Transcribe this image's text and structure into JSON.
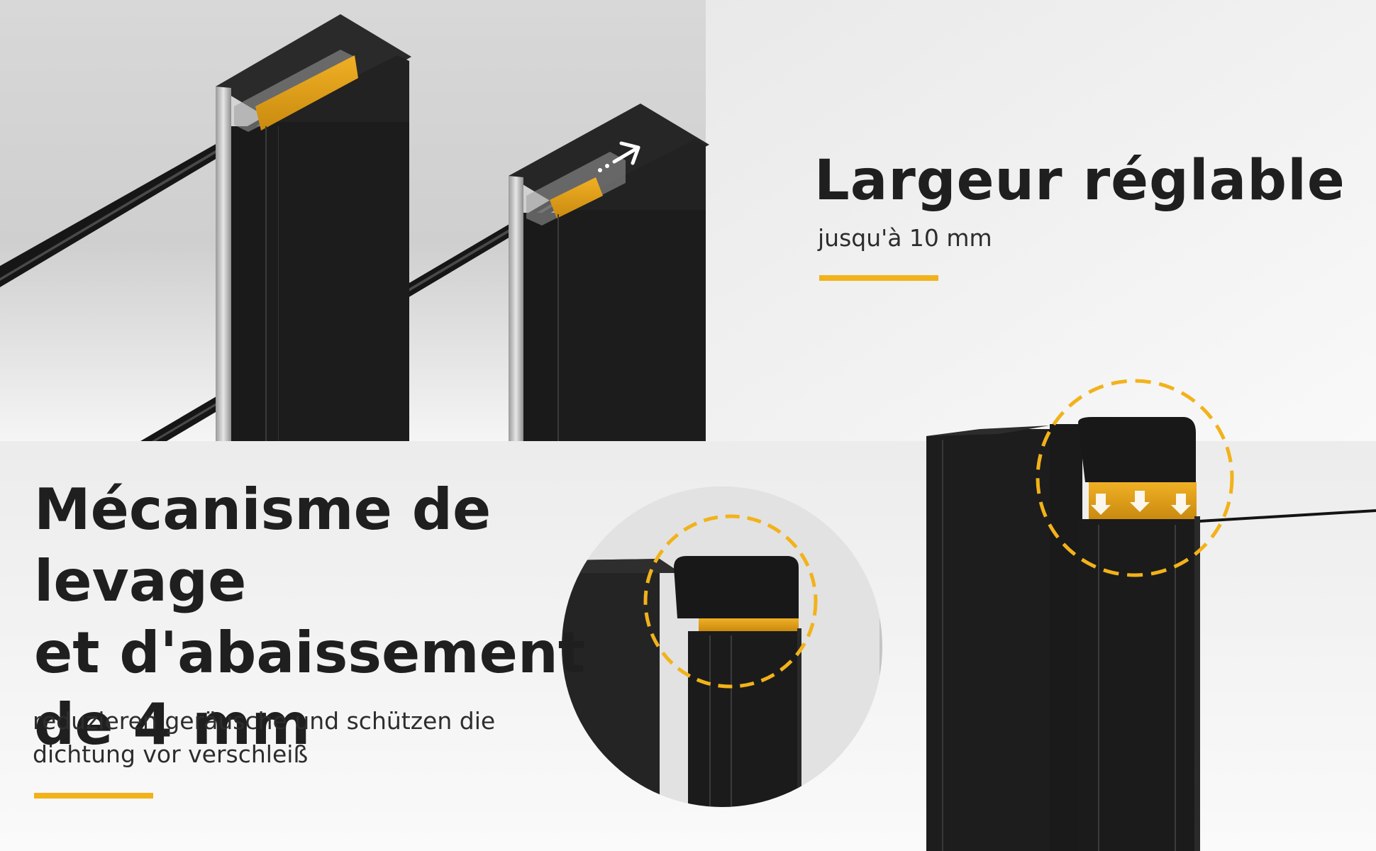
{
  "section_top": {
    "title": "Largeur réglable",
    "subtitle": "jusqu'à 10 mm"
  },
  "section_bottom": {
    "title_lines": [
      "Mécanisme de levage",
      "et d'abaissement",
      "de 4 mm"
    ],
    "subtitle_lines": [
      "reduzieren geräusche und schützen die",
      "dichtung vor verschleiß"
    ]
  },
  "colors": {
    "accent": "#f2b21a",
    "profile": "#1b1b1b",
    "background": "#f4f4f4",
    "text": "#1f1f1f"
  },
  "icons": {
    "arrow": "white-arrow-right-icon",
    "down_arrows": "down-arrow-icon"
  }
}
